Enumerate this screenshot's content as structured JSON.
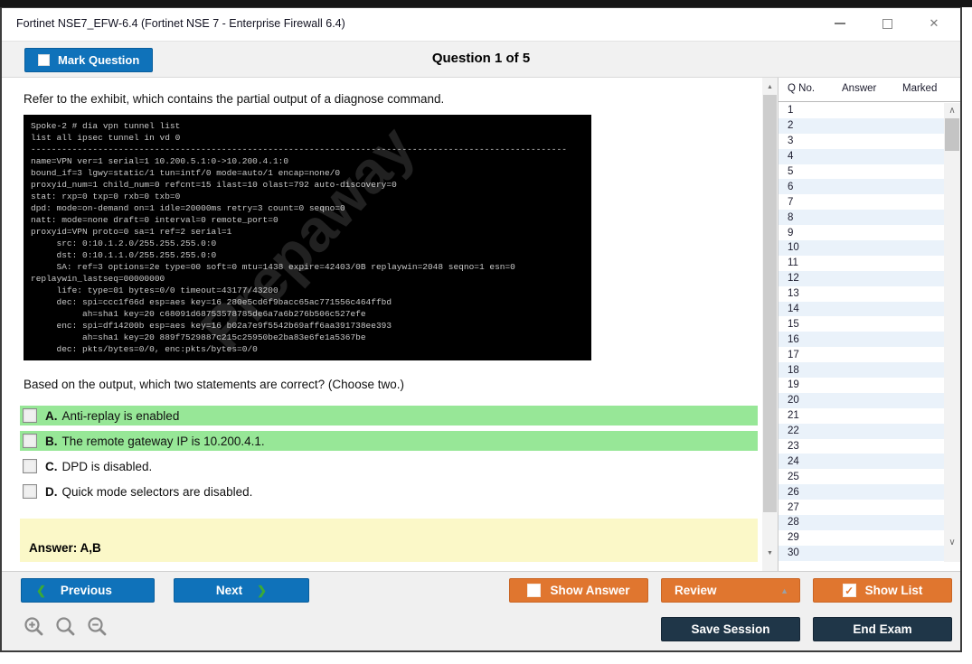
{
  "window": {
    "title": "Fortinet NSE7_EFW-6.4 (Fortinet NSE 7 - Enterprise Firewall 6.4)",
    "close_icon": "✕"
  },
  "header": {
    "mark_question_label": "Mark Question",
    "question_counter": "Question 1 of 5"
  },
  "question": {
    "intro": "Refer to the exhibit, which contains the partial output of a diagnose command.",
    "exhibit": {
      "watermark": "Prepaway",
      "lines": [
        "Spoke-2 # dia vpn tunnel list",
        "list all ipsec tunnel in vd 0",
        "--------------------------------------------------------------------------------------------------------",
        "name=VPN ver=1 serial=1 10.200.5.1:0->10.200.4.1:0",
        "bound_if=3 lgwy=static/1 tun=intf/0 mode=auto/1 encap=none/0",
        "proxyid_num=1 child_num=0 refcnt=15 ilast=10 olast=792 auto-discovery=0",
        "stat: rxp=0 txp=0 rxb=0 txb=0",
        "dpd: mode=on-demand on=1 idle=20000ms retry=3 count=0 seqno=0",
        "natt: mode=none draft=0 interval=0 remote_port=0",
        "proxyid=VPN proto=0 sa=1 ref=2 serial=1",
        "     src: 0:10.1.2.0/255.255.255.0:0",
        "     dst: 0:10.1.1.0/255.255.255.0:0",
        "     SA: ref=3 options=2e type=00 soft=0 mtu=1438 expire=42403/0B replaywin=2048 seqno=1 esn=0",
        "replaywin_lastseq=00000000",
        "     life: type=01 bytes=0/0 timeout=43177/43200",
        "     dec: spi=ccc1f66d esp=aes key=16 280e5cd6f9bacc65ac771556c464ffbd",
        "          ah=sha1 key=20 c68091d68753578785de6a7a6b276b506c527efe",
        "     enc: spi=df14200b esp=aes key=16 b02a7e9f5542b69aff6aa391738ee393",
        "          ah=sha1 key=20 889f7529887c215c25950be2ba83e6fe1a5367be",
        "     dec: pkts/bytes=0/0, enc:pkts/bytes=0/0"
      ]
    },
    "prompt": "Based on the output, which two statements are correct? (Choose two.)",
    "options": [
      {
        "letter": "A.",
        "text": "Anti-replay is enabled",
        "highlighted": true
      },
      {
        "letter": "B.",
        "text": "The remote gateway IP is 10.200.4.1.",
        "highlighted": true
      },
      {
        "letter": "C.",
        "text": "DPD is disabled.",
        "highlighted": false
      },
      {
        "letter": "D.",
        "text": "Quick mode selectors are disabled.",
        "highlighted": false
      }
    ],
    "answer_label": "Answer: A,B"
  },
  "sidebar": {
    "columns": [
      "Q No.",
      "Answer",
      "Marked"
    ],
    "question_numbers": [
      "1",
      "2",
      "3",
      "4",
      "5",
      "6",
      "7",
      "8",
      "9",
      "10",
      "11",
      "12",
      "13",
      "14",
      "15",
      "16",
      "17",
      "18",
      "19",
      "20",
      "21",
      "22",
      "23",
      "24",
      "25",
      "26",
      "27",
      "28",
      "29",
      "30"
    ]
  },
  "footer": {
    "previous_label": "Previous",
    "next_label": "Next",
    "prev_chevron": "❮",
    "next_chevron": "❯",
    "show_answer_label": "Show Answer",
    "review_label": "Review",
    "show_list_label": "Show List",
    "show_list_check": "✓",
    "save_session_label": "Save Session",
    "end_exam_label": "End Exam"
  },
  "icons": {
    "scroll_up": "▲",
    "scroll_down": "▼",
    "caret_up": "∧",
    "caret_down": "∨",
    "review_caret": "▲"
  },
  "colors": {
    "accent_blue": "#0F72BA",
    "accent_orange": "#E0762F",
    "dark_navy": "#1F3648",
    "option_highlight_green": "#97E797",
    "answer_bg_yellow": "#FBF8C8",
    "chevron_green": "#3BAA36",
    "sidebar_alt_row": "#EAF2FA"
  }
}
